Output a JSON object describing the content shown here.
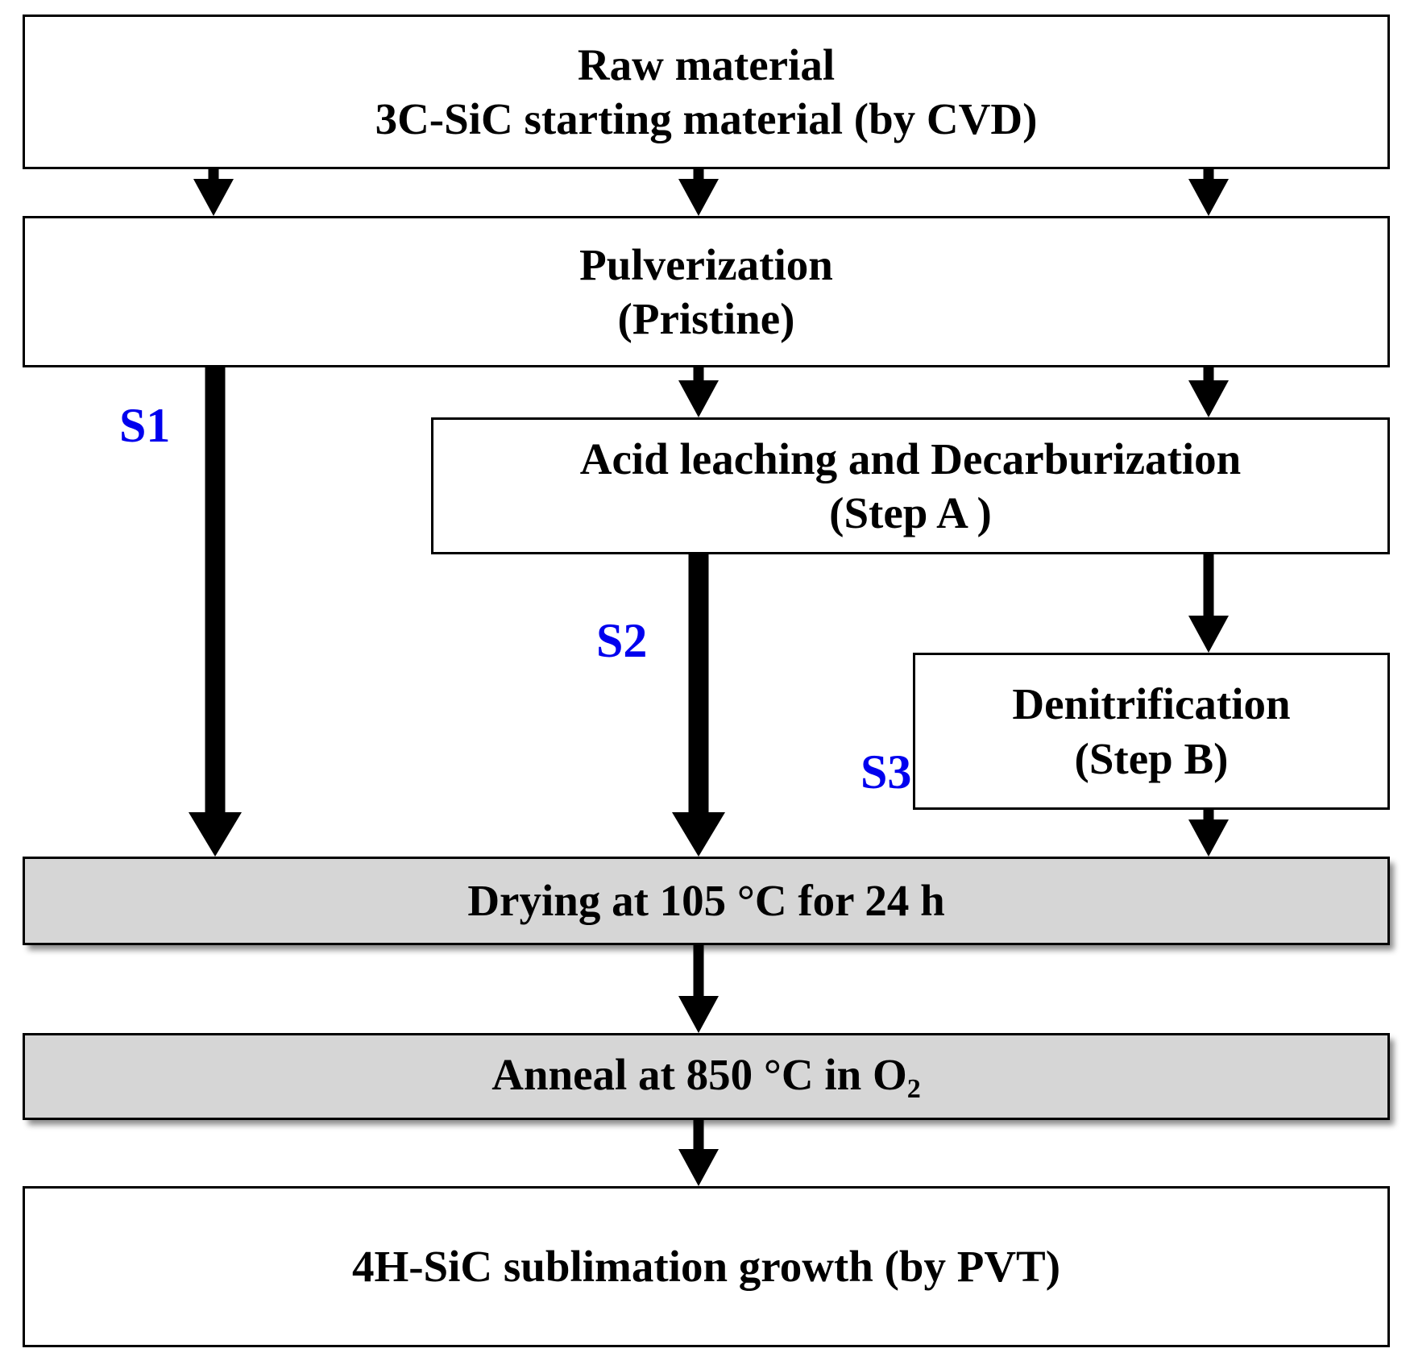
{
  "diagram": {
    "title": "3C-SiC to 4H-SiC powder purification and growth process flow",
    "accent_color": "#0000ee",
    "shaded_fill": "#d6d6d6",
    "box_border_color": "#000000"
  },
  "boxes": {
    "raw_material": {
      "name": "raw-material",
      "line1": "Raw material",
      "line2": "3C-SiC starting material (by CVD)",
      "fill": "white"
    },
    "pulverization": {
      "name": "pulverization",
      "line1": "Pulverization",
      "line2": "(Pristine)",
      "fill": "white"
    },
    "acid_leaching": {
      "name": "acid-leaching-decarburization",
      "line1": "Acid leaching and Decarburization",
      "line2": "(Step A )",
      "fill": "white"
    },
    "denitrification": {
      "name": "denitrification",
      "line1": "Denitrification",
      "line2": "(Step B)",
      "fill": "white"
    },
    "drying": {
      "name": "drying",
      "line1": "Drying at 105 °C for 24 h",
      "fill": "shaded"
    },
    "anneal": {
      "name": "anneal",
      "line1_part1": "Anneal at 850 °C  in O",
      "line1_sub": "2",
      "fill": "shaded"
    },
    "growth": {
      "name": "sublimation-growth",
      "line1": "4H-SiC sublimation growth (by PVT)",
      "fill": "white"
    }
  },
  "route_labels": [
    {
      "id": "S1",
      "text": "S1"
    },
    {
      "id": "S2",
      "text": "S2"
    },
    {
      "id": "S3",
      "text": "S3"
    }
  ],
  "connectors": [
    {
      "id": "raw-to-pulv-left",
      "from": "raw_material",
      "to": "pulverization",
      "style": "thin"
    },
    {
      "id": "raw-to-pulv-center",
      "from": "raw_material",
      "to": "pulverization",
      "style": "thin"
    },
    {
      "id": "raw-to-pulv-right",
      "from": "raw_material",
      "to": "pulverization",
      "style": "thin"
    },
    {
      "id": "pulv-to-acid-center",
      "from": "pulverization",
      "to": "acid_leaching",
      "style": "thin"
    },
    {
      "id": "pulv-to-acid-right",
      "from": "pulverization",
      "to": "acid_leaching",
      "style": "thin"
    },
    {
      "id": "acid-to-denit",
      "from": "acid_leaching",
      "to": "denitrification",
      "style": "thin"
    },
    {
      "id": "s1-pulv-to-drying",
      "from": "pulverization",
      "to": "drying",
      "style": "thick",
      "label": "S1"
    },
    {
      "id": "s2-acid-to-drying",
      "from": "acid_leaching",
      "to": "drying",
      "style": "thick",
      "label": "S2"
    },
    {
      "id": "s3-denit-to-drying",
      "from": "denitrification",
      "to": "drying",
      "style": "thin",
      "label": "S3"
    },
    {
      "id": "drying-to-anneal",
      "from": "drying",
      "to": "anneal",
      "style": "thin"
    },
    {
      "id": "anneal-to-growth",
      "from": "anneal",
      "to": "growth",
      "style": "thin"
    }
  ]
}
